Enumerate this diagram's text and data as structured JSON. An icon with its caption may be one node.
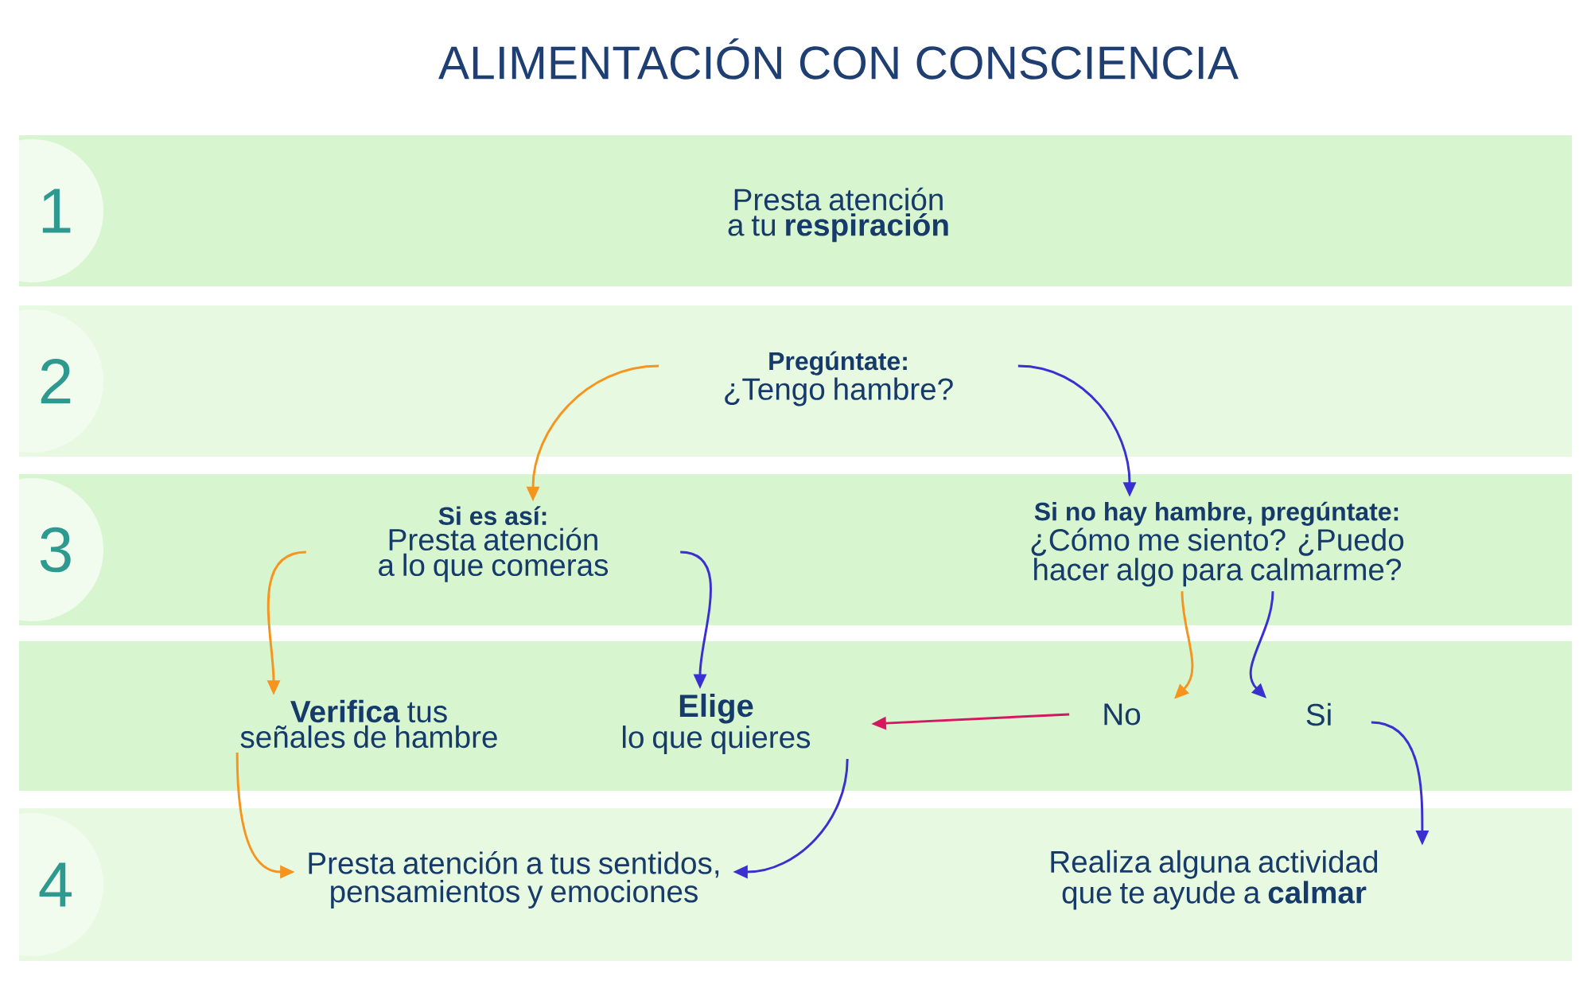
{
  "diagram": {
    "title": "ALIMENTACIÓN CON CONSCIENCIA",
    "nodes": [
      {
        "text": [
          "Presta atención a tu **respiración**"
        ]
      },
      {
        "text": [
          "Pregúntate:",
          "¿Tengo hambre?"
        ]
      },
      {
        "text": [
          "Si es así:",
          "Presta atención a lo que comeras"
        ]
      },
      {
        "text": [
          "Si no hay hambre, pregúntate:",
          "¿Cómo me siento? ¿Puedo hacer algo para calmarme?"
        ]
      },
      {
        "text": [
          "**Verifica** tus señales de hambre"
        ]
      },
      {
        "text": [
          "Elige",
          "lo que quieres"
        ]
      },
      {
        "text": [
          "No"
        ]
      },
      {
        "text": [
          "Si"
        ]
      },
      {
        "text": [
          "Presta atención a tus sentidos, pensamientos y emociones"
        ]
      },
      {
        "text": [
          "Realiza alguna actividad que te ayude a **calmar**"
        ]
      }
    ],
    "edges": [
      {
        "from": 1,
        "to": 2,
        "arrow": "to",
        "color": "#f7941d"
      },
      {
        "from": 1,
        "to": 3,
        "arrow": "to"
      },
      {
        "from": 2,
        "to": 4,
        "arrow": "to",
        "color": "#f7941d"
      },
      {
        "from": 2,
        "to": 5,
        "arrow": "to"
      },
      {
        "from": 3,
        "to": 6,
        "arrow": "to",
        "color": "#f7941d"
      },
      {
        "from": 3,
        "to": 7,
        "arrow": "to"
      },
      {
        "from": 6,
        "to": 5,
        "arrow": "to",
        "color": "#d6175f"
      },
      {
        "from": 7,
        "to": 9,
        "arrow": "to"
      },
      {
        "from": 4,
        "to": 8,
        "arrow": "to",
        "color": "#f7941d"
      },
      {
        "from": 5,
        "to": 8,
        "arrow": "to"
      }
    ],
    "labels": [
      "1",
      "2",
      "3",
      "4"
    ]
  }
}
